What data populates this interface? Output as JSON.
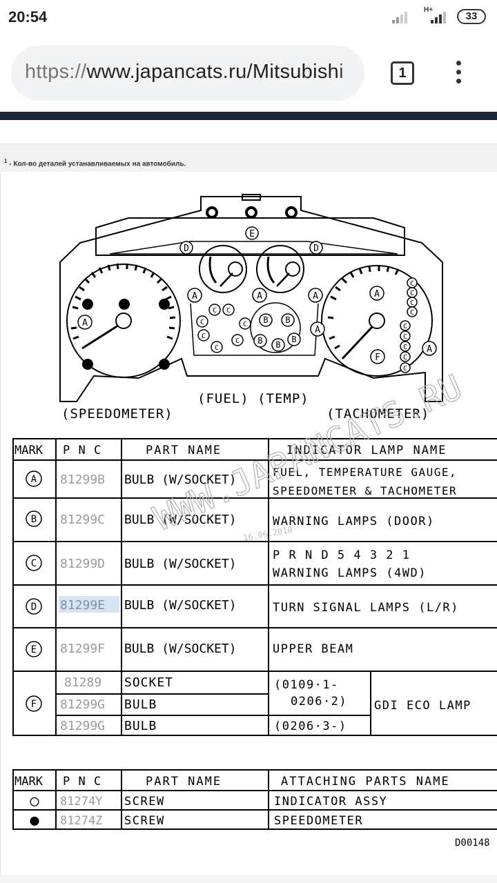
{
  "status": {
    "time": "20:54",
    "network": "H+",
    "battery": "33"
  },
  "browser": {
    "url_scheme": "https://",
    "url_host": "www.japancats.ru/Mitsubishi",
    "tab_count": "1"
  },
  "footnote": {
    "mark": "1",
    "text": " - Кол-во деталей устанавливаемых на автомобиль."
  },
  "diagram": {
    "speedometer": "(SPEEDOMETER)",
    "fuel_temp": "(FUEL) (TEMP)",
    "tachometer": "(TACHOMETER)",
    "watermark": "WWW.JAPANCATS.RU",
    "date_stamp": "16.06.2018"
  },
  "table1": {
    "headers": [
      "MARK",
      "P N C",
      "PART NAME",
      "INDICATOR LAMP NAME"
    ],
    "rows": [
      {
        "mark": "A",
        "pnc": "81299B",
        "part": "BULB (W/SOCKET)",
        "lamp1": "FUEL, TEMPERATURE GAUGE,",
        "lamp2": "SPEEDOMETER & TACHOMETER"
      },
      {
        "mark": "B",
        "pnc": "81299C",
        "part": "BULB (W/SOCKET)",
        "lamp1": "WARNING LAMPS (DOOR)",
        "lamp2": ""
      },
      {
        "mark": "C",
        "pnc": "81299D",
        "part": "BULB (W/SOCKET)",
        "lamp1": "P R N D 5 4 3 2 1",
        "lamp2": "WARNING LAMPS (4WD)"
      },
      {
        "mark": "D",
        "pnc": "81299E",
        "part": "BULB (W/SOCKET)",
        "lamp1": "TURN SIGNAL LAMPS (L/R)",
        "lamp2": ""
      },
      {
        "mark": "E",
        "pnc": "81299F",
        "part": "BULB (W/SOCKET)",
        "lamp1": "UPPER BEAM",
        "lamp2": ""
      }
    ],
    "row_f": {
      "mark": "F",
      "sub": [
        {
          "pnc": "81289",
          "part": "SOCKET"
        },
        {
          "pnc": "81299G",
          "part": "BULB"
        },
        {
          "pnc": "81299G",
          "part": "BULB"
        }
      ],
      "date1a": "(0109·1-",
      "date1b": "0206·2)",
      "date2": "(0206·3-)",
      "lamp": "GDI ECO LAMP"
    }
  },
  "table2": {
    "headers": [
      "MARK",
      "P N C",
      "PART NAME",
      "ATTACHING PARTS NAME"
    ],
    "rows": [
      {
        "mark": "○",
        "pnc": "81274Y",
        "part": "SCREW",
        "attach": "INDICATOR ASSY"
      },
      {
        "mark": "●",
        "pnc": "81274Z",
        "part": "SCREW",
        "attach": "SPEEDOMETER"
      }
    ]
  },
  "code": "D00148"
}
